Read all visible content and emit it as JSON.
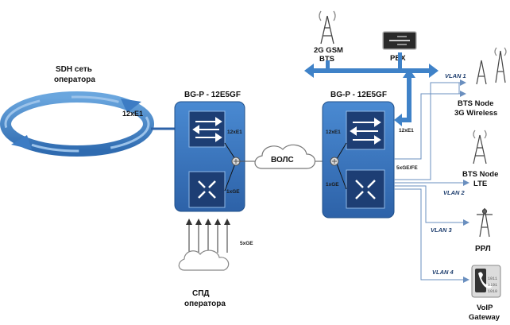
{
  "sdh": {
    "label_line1": "SDH сеть",
    "label_line2": "оператора",
    "link": "12xE1"
  },
  "left_device": {
    "title": "BG-P - 12E5GF",
    "port_e1": "12xE1",
    "port_ge": "1xGE",
    "uplinks": "5xGE"
  },
  "right_device": {
    "title": "BG-P - 12E5GF",
    "port_e1": "12xE1",
    "port_ge": "1xGE",
    "port_fe": "5xGE/FE",
    "pbx_link": "12xE1"
  },
  "fiber": {
    "label": "ВОЛС"
  },
  "spd": {
    "label_line1": "СПД",
    "label_line2": "оператора"
  },
  "gsm": {
    "label_line1": "2G GSM",
    "label_line2": "BTS"
  },
  "pbx": {
    "label": "PBX"
  },
  "vlans": [
    "VLAN 1",
    "VLAN 2",
    "VLAN 3",
    "VLAN 4"
  ],
  "endpoints": {
    "bts3g_line1": "BTS Node",
    "bts3g_line2": "3G Wireless",
    "btslte_line1": "BTS Node",
    "btslte_line2": "LTE",
    "rrl": "РРЛ",
    "voip_line1": "VoIP",
    "voip_line2": "Gateway"
  },
  "colors": {
    "device_blue": "#3a78c2",
    "arrow_blue": "#3f82c8",
    "link_line": "#6a8fbf"
  }
}
